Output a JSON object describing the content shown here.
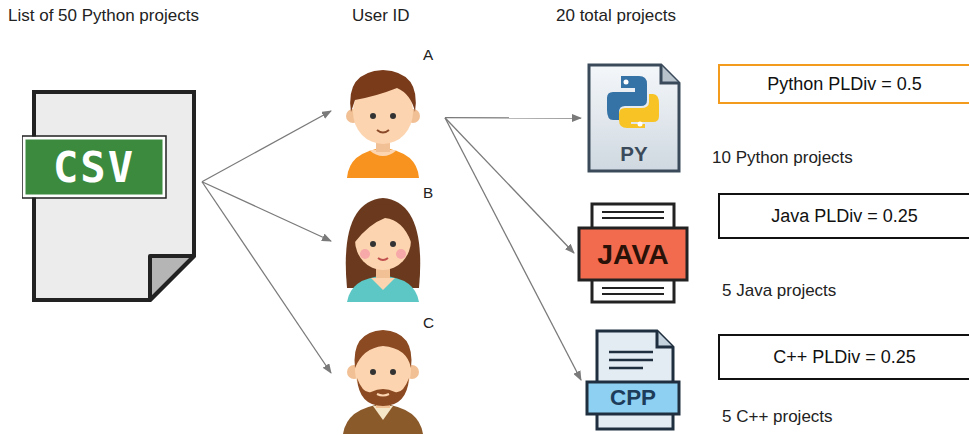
{
  "diagram": {
    "nodes": [
      {
        "text": [
          "CSV"
        ]
      },
      {
        "text": [
          "A"
        ]
      },
      {
        "text": [
          "B"
        ]
      },
      {
        "text": [
          "C"
        ]
      },
      {
        "text": [
          "PY"
        ]
      },
      {
        "text": [
          "JAVA"
        ]
      },
      {
        "text": [
          "CPP"
        ]
      },
      {
        "text": [
          "Python PLDiv = 0.5"
        ]
      },
      {
        "text": [
          "Java PLDiv = 0.25"
        ]
      },
      {
        "text": [
          "C++ PLDiv = 0.25"
        ]
      }
    ],
    "edges": [
      {
        "from": 0,
        "to": 1,
        "arrow": "to"
      },
      {
        "from": 0,
        "to": 2,
        "arrow": "to"
      },
      {
        "from": 0,
        "to": 3,
        "arrow": "to"
      },
      {
        "from": 1,
        "to": 4,
        "arrow": "to"
      },
      {
        "from": 1,
        "to": 5,
        "arrow": "to"
      },
      {
        "from": 1,
        "to": 6,
        "arrow": "to"
      }
    ],
    "labels": [
      "List of 50 Python projects",
      "User ID",
      "20 total projects",
      "10 Python projects",
      "5 Java projects",
      "5 C++ projects"
    ]
  }
}
